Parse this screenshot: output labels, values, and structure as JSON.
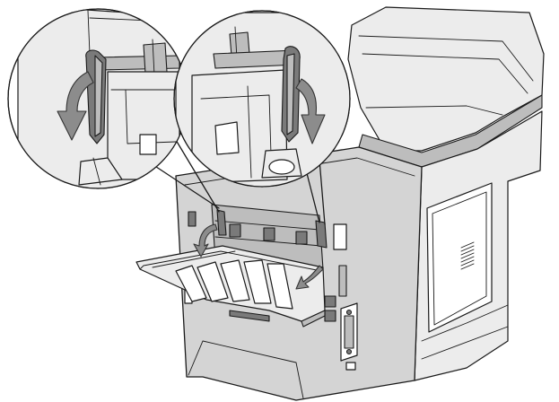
{
  "figure": {
    "subject": "printer-rear-fuser-cover-open",
    "colors": {
      "body": "#d4d4d4",
      "panel": "#ececec",
      "lever": "#7a7a7a",
      "arrow": "#8c8c8c",
      "outline": "#1a1a1a"
    },
    "callouts": [
      {
        "name": "left-lever-zoom",
        "arrow_direction": "down-left"
      },
      {
        "name": "right-lever-zoom",
        "arrow_direction": "down"
      }
    ]
  }
}
